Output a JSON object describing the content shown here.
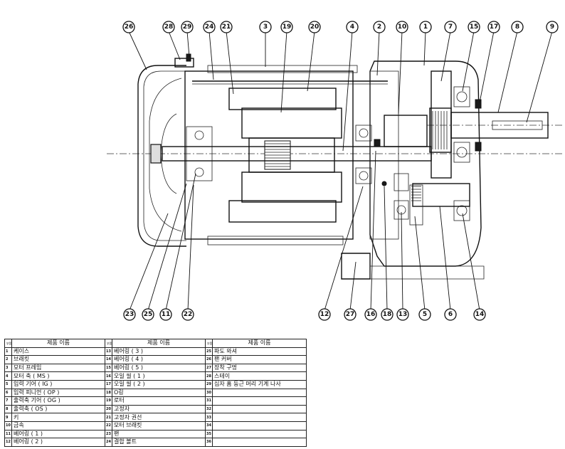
{
  "diagram": {
    "callouts": [
      "1",
      "2",
      "3",
      "4",
      "5",
      "6",
      "7",
      "8",
      "9",
      "10",
      "11",
      "12",
      "13",
      "14",
      "15",
      "16",
      "17",
      "18",
      "19",
      "20",
      "21",
      "22",
      "23",
      "24",
      "25",
      "26",
      "27",
      "28",
      "29"
    ]
  },
  "table": {
    "headers": {
      "no": "부품번호",
      "name": "제품 이름"
    },
    "columns": [
      [
        {
          "no": "1",
          "name": "케이스"
        },
        {
          "no": "2",
          "name": "브래킷"
        },
        {
          "no": "3",
          "name": "모터 프레임"
        },
        {
          "no": "4",
          "name": "모터 축 ( MS )"
        },
        {
          "no": "5",
          "name": "입력 기어 ( IG )"
        },
        {
          "no": "6",
          "name": "입력 피니언 ( OP )"
        },
        {
          "no": "7",
          "name": "출력축 기어 ( OG )"
        },
        {
          "no": "8",
          "name": "출력축 ( OS )"
        },
        {
          "no": "9",
          "name": "키"
        },
        {
          "no": "10",
          "name": "금속"
        },
        {
          "no": "11",
          "name": "베어링 ( 1 )"
        },
        {
          "no": "12",
          "name": "베어링 ( 2 )"
        }
      ],
      [
        {
          "no": "13",
          "name": "베어링 ( 3 )"
        },
        {
          "no": "14",
          "name": "베어링 ( 4 )"
        },
        {
          "no": "15",
          "name": "베어링 ( 5 )"
        },
        {
          "no": "16",
          "name": "오일 씰 ( 1 )"
        },
        {
          "no": "17",
          "name": "오일 씰 ( 2 )"
        },
        {
          "no": "18",
          "name": "O링"
        },
        {
          "no": "19",
          "name": "로터"
        },
        {
          "no": "20",
          "name": "고정자"
        },
        {
          "no": "21",
          "name": "고정자 권선"
        },
        {
          "no": "22",
          "name": "모터 브래킷"
        },
        {
          "no": "23",
          "name": "팬"
        },
        {
          "no": "24",
          "name": "결합 볼트"
        }
      ],
      [
        {
          "no": "25",
          "name": "파도 와셔"
        },
        {
          "no": "26",
          "name": "팬 커버"
        },
        {
          "no": "27",
          "name": "장착 구멍"
        },
        {
          "no": "28",
          "name": "스테이"
        },
        {
          "no": "29",
          "name": "십자 홈 둥근 머리 기계 나사"
        },
        {
          "no": "30",
          "name": ""
        },
        {
          "no": "31",
          "name": ""
        },
        {
          "no": "32",
          "name": ""
        },
        {
          "no": "33",
          "name": ""
        },
        {
          "no": "34",
          "name": ""
        },
        {
          "no": "35",
          "name": ""
        },
        {
          "no": "36",
          "name": ""
        }
      ]
    ]
  }
}
